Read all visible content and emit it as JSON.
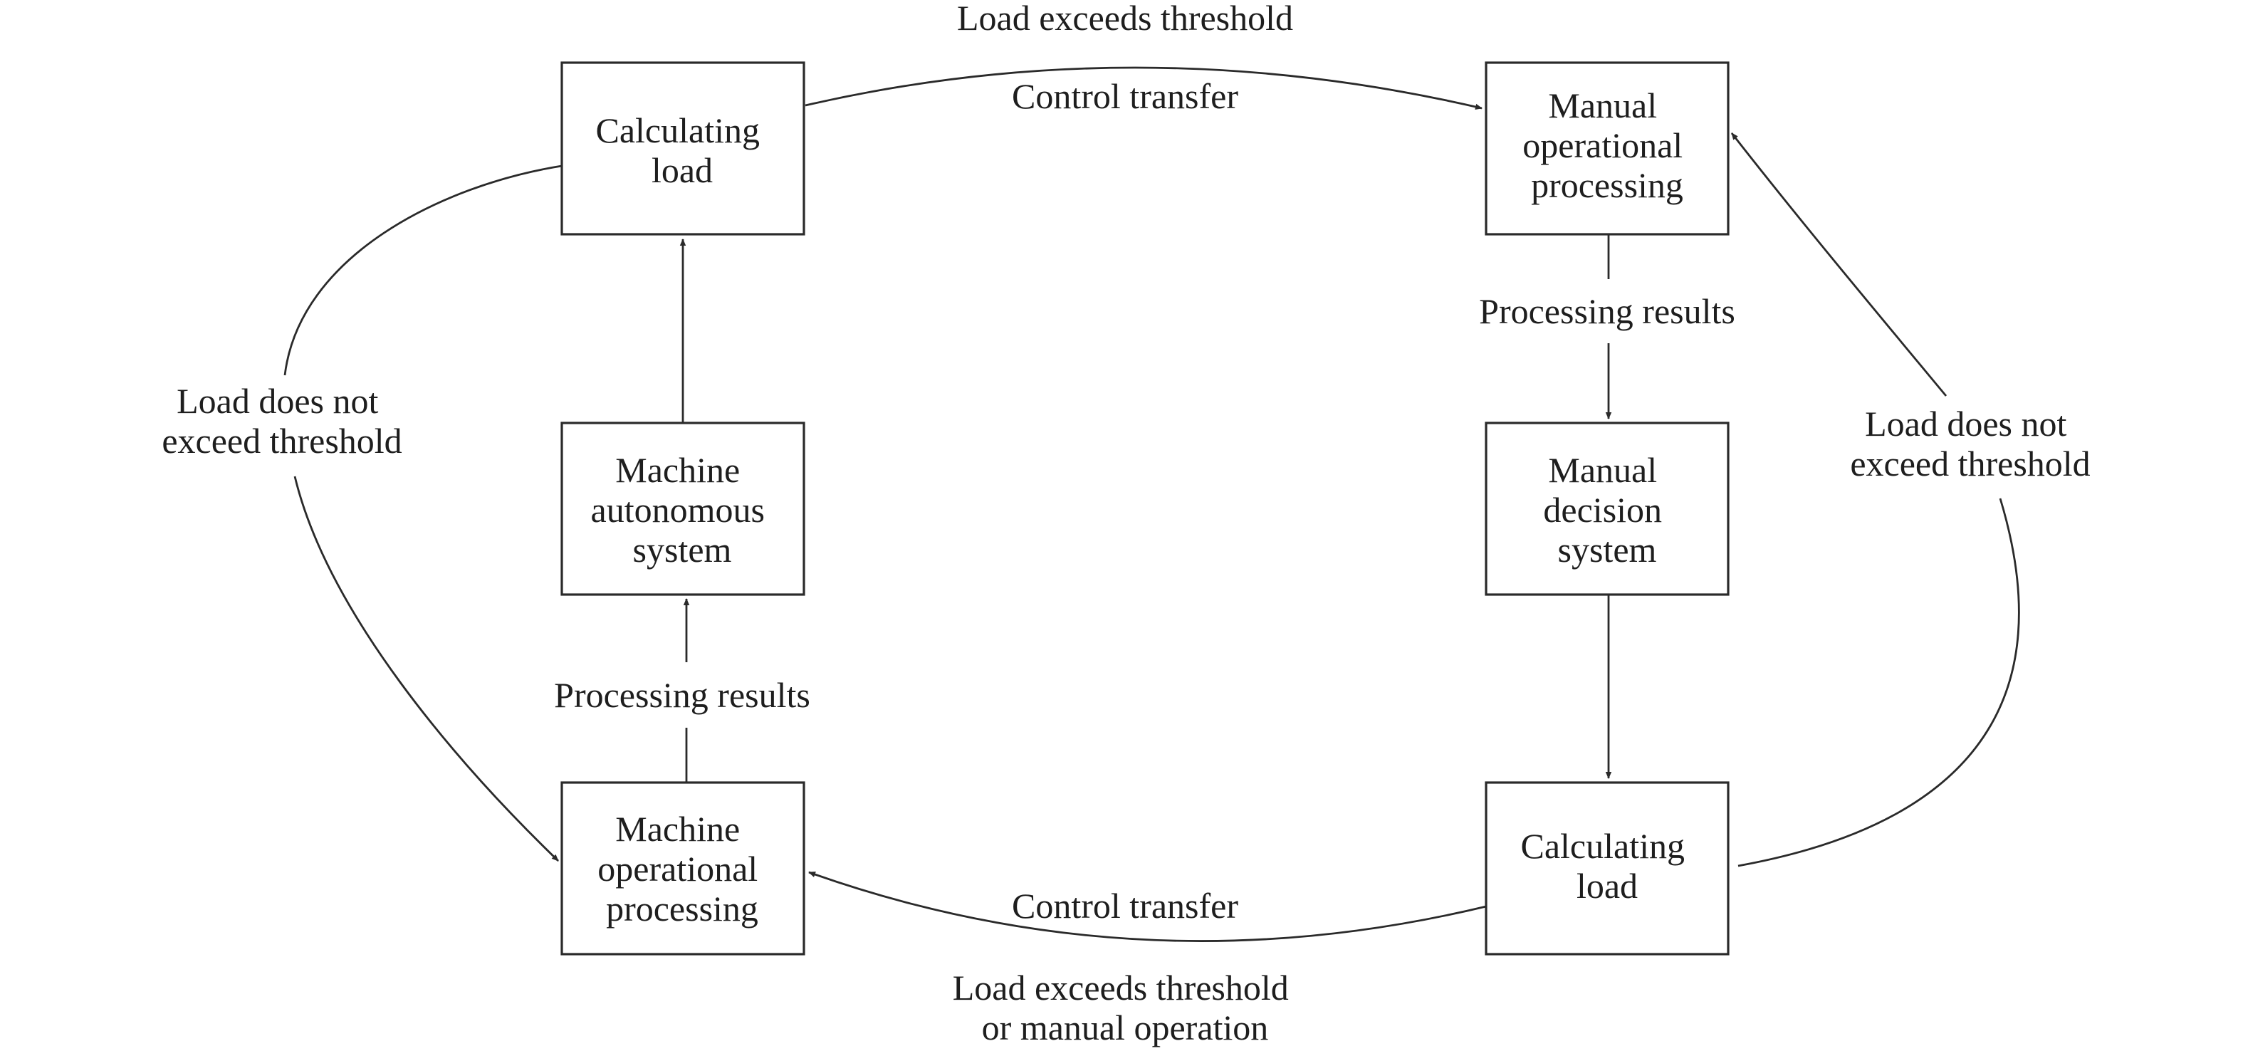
{
  "nodes": {
    "calc_load_left": {
      "lines": [
        "Calculating",
        "load"
      ]
    },
    "machine_autonomous": {
      "lines": [
        "Machine",
        "autonomous",
        "system"
      ]
    },
    "machine_operational": {
      "lines": [
        "Machine",
        "operational",
        "processing"
      ]
    },
    "manual_operational": {
      "lines": [
        "Manual",
        "operational",
        "processing"
      ]
    },
    "manual_decision": {
      "lines": [
        "Manual",
        "decision",
        "system"
      ]
    },
    "calc_load_right": {
      "lines": [
        "Calculating",
        "load"
      ]
    }
  },
  "edge_labels": {
    "top_outer": {
      "lines": [
        "Load exceeds threshold"
      ]
    },
    "top_inner": {
      "lines": [
        "Control transfer"
      ]
    },
    "bottom_inner": {
      "lines": [
        "Control transfer"
      ]
    },
    "bottom_outer": {
      "lines": [
        "Load exceeds threshold",
        "or manual operation"
      ]
    },
    "left_loop": {
      "lines": [
        "Load does not",
        "exceed threshold"
      ]
    },
    "right_loop": {
      "lines": [
        "Load does not",
        "exceed threshold"
      ]
    },
    "left_results": {
      "lines": [
        "Processing results"
      ]
    },
    "right_results": {
      "lines": [
        "Processing results"
      ]
    }
  }
}
